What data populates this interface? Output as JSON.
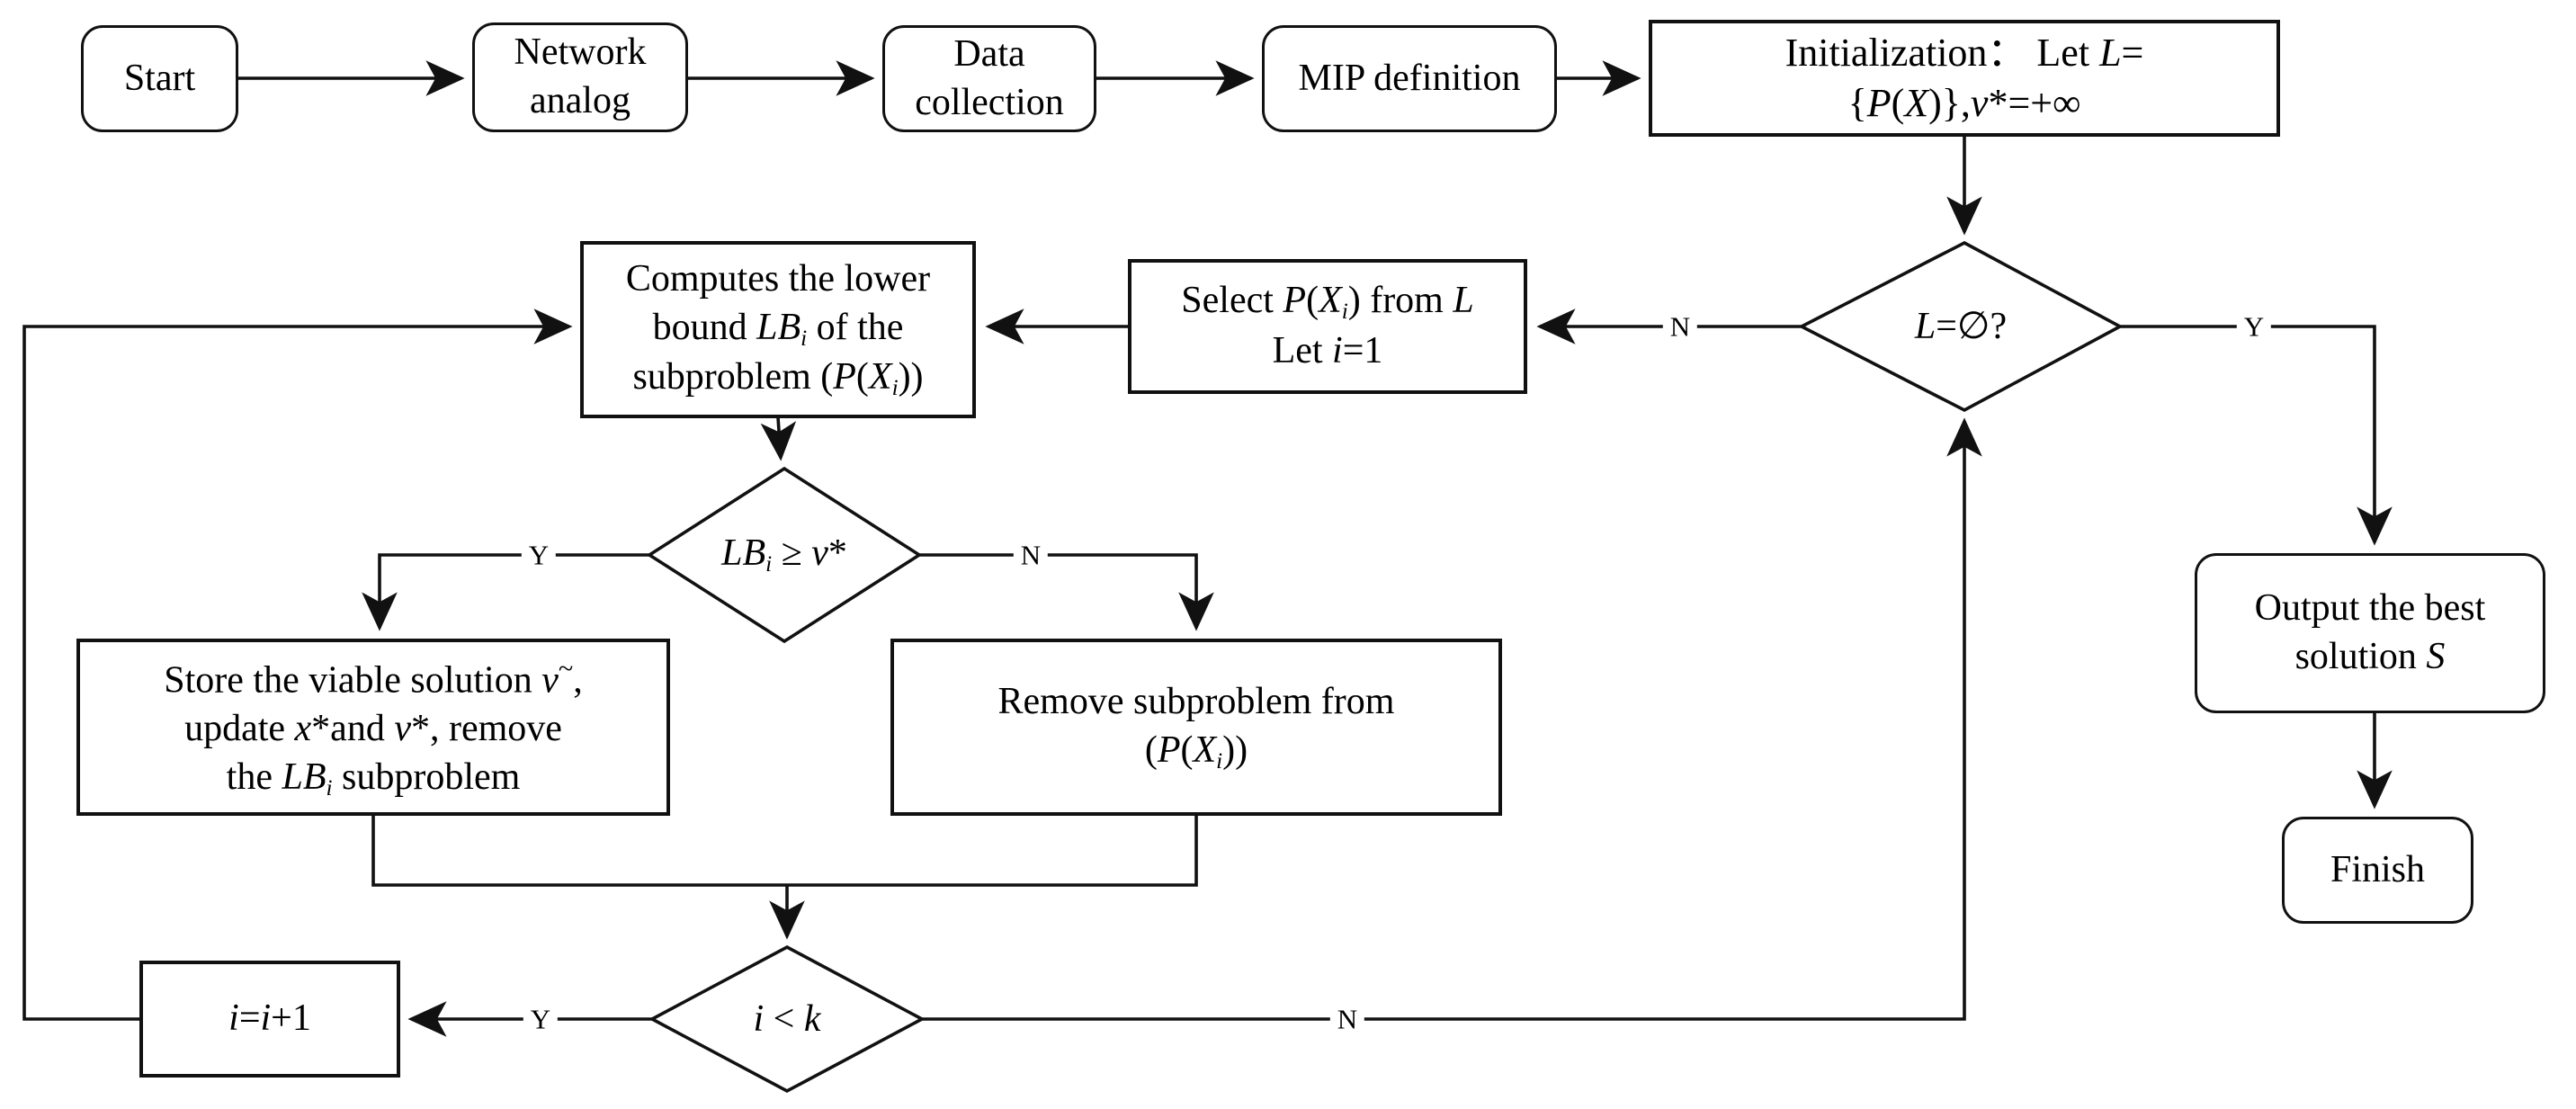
{
  "flowchart": {
    "colors": {
      "line": "#111111",
      "box_bg": "#ffffff",
      "text": "#000000"
    },
    "nodes": {
      "start": {
        "label_lines": [
          [
            {
              "t": "Start"
            }
          ]
        ]
      },
      "network": {
        "label_lines": [
          [
            {
              "t": "Network"
            }
          ],
          [
            {
              "t": "analog"
            }
          ]
        ]
      },
      "data": {
        "label_lines": [
          [
            {
              "t": "Data"
            }
          ],
          [
            {
              "t": "collection"
            }
          ]
        ]
      },
      "mip": {
        "label_lines": [
          [
            {
              "t": "MIP definition"
            }
          ]
        ]
      },
      "init": {
        "label_lines": [
          [
            {
              "t": "Initialization：  Let "
            },
            {
              "t": "L",
              "f": "i"
            },
            {
              "t": "="
            }
          ],
          [
            {
              "t": "{"
            },
            {
              "t": "P",
              "f": "i"
            },
            {
              "t": "("
            },
            {
              "t": "X",
              "f": "i"
            },
            {
              "t": ")},"
            },
            {
              "t": "v",
              "f": "i"
            },
            {
              "t": "*=+∞"
            }
          ]
        ]
      },
      "l_empty": {
        "label_lines": [
          [
            {
              "t": "L",
              "f": "i"
            },
            {
              "t": "=∅?"
            }
          ]
        ]
      },
      "select": {
        "label_lines": [
          [
            {
              "t": "Select "
            },
            {
              "t": "P",
              "f": "i"
            },
            {
              "t": "("
            },
            {
              "t": "X",
              "f": "i"
            },
            {
              "t": "i",
              "f": "sub"
            },
            {
              "t": ") from "
            },
            {
              "t": "L",
              "f": "i"
            }
          ],
          [
            {
              "t": "Let "
            },
            {
              "t": "i",
              "f": "i"
            },
            {
              "t": "=1"
            }
          ]
        ]
      },
      "computes": {
        "label_lines": [
          [
            {
              "t": "Computes the lower"
            }
          ],
          [
            {
              "t": "bound "
            },
            {
              "t": "LB",
              "f": "i"
            },
            {
              "t": "i",
              "f": "sub"
            },
            {
              "t": "  of the"
            }
          ],
          [
            {
              "t": "subproblem ("
            },
            {
              "t": "P",
              "f": "i"
            },
            {
              "t": "("
            },
            {
              "t": "X",
              "f": "i"
            },
            {
              "t": "i",
              "f": "sub"
            },
            {
              "t": "))"
            }
          ]
        ]
      },
      "lb_check": {
        "label_lines": [
          [
            {
              "t": "LB",
              "f": "i"
            },
            {
              "t": "i",
              "f": "sub"
            },
            {
              "t": " ≥ "
            },
            {
              "t": "v",
              "f": "i"
            },
            {
              "t": "*"
            }
          ]
        ]
      },
      "store": {
        "label_lines": [
          [
            {
              "t": "Store the viable solution "
            },
            {
              "t": "v",
              "f": "i"
            },
            {
              "t": "~",
              "f": "sup"
            },
            {
              "t": ","
            }
          ],
          [
            {
              "t": "update "
            },
            {
              "t": "x",
              "f": "i"
            },
            {
              "t": "*and "
            },
            {
              "t": "v",
              "f": "i"
            },
            {
              "t": "*, remove"
            }
          ],
          [
            {
              "t": "the "
            },
            {
              "t": "LB",
              "f": "i"
            },
            {
              "t": "i",
              "f": "sub"
            },
            {
              "t": " subproblem"
            }
          ]
        ]
      },
      "remove": {
        "label_lines": [
          [
            {
              "t": "Remove subproblem from"
            }
          ],
          [
            {
              "t": "("
            },
            {
              "t": "P",
              "f": "i"
            },
            {
              "t": "("
            },
            {
              "t": "X",
              "f": "i"
            },
            {
              "t": "i",
              "f": "sub"
            },
            {
              "t": "))"
            }
          ]
        ]
      },
      "i_lt_k": {
        "label_lines": [
          [
            {
              "t": "i",
              "f": "i"
            },
            {
              "t": " < "
            },
            {
              "t": "k",
              "f": "i"
            }
          ]
        ]
      },
      "increment": {
        "label_lines": [
          [
            {
              "t": "i",
              "f": "i"
            },
            {
              "t": "="
            },
            {
              "t": "i",
              "f": "i"
            },
            {
              "t": "+1"
            }
          ]
        ]
      },
      "output": {
        "label_lines": [
          [
            {
              "t": "Output the best"
            }
          ],
          [
            {
              "t": "solution "
            },
            {
              "t": "S",
              "f": "i"
            }
          ]
        ]
      },
      "finish": {
        "label_lines": [
          [
            {
              "t": "Finish"
            }
          ]
        ]
      }
    },
    "edge_labels": {
      "l_empty_no": "N",
      "l_empty_yes": "Y",
      "lb_yes": "Y",
      "lb_no": "N",
      "i_lt_k_yes": "Y",
      "i_lt_k_no": "N"
    }
  }
}
